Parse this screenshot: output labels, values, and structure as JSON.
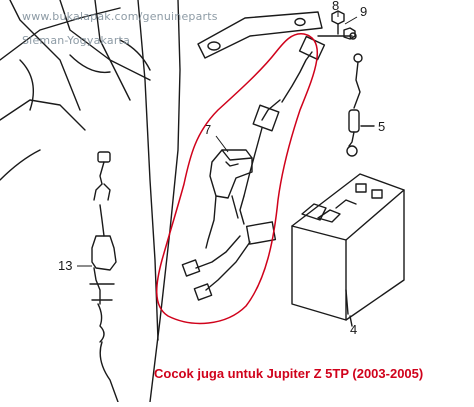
{
  "watermark": {
    "line1": "www.bukalapak.com/genuineparts",
    "line2": "Sleman-Yogyakarta"
  },
  "callouts": {
    "c4": "4",
    "c5": "5",
    "c7": "7",
    "c8": "8",
    "c9": "9",
    "c13": "13"
  },
  "caption": "Cocok juga untuk Jupiter Z 5TP (2003-2005)",
  "colors": {
    "highlight": "#d0021b",
    "line": "#1a1a1a"
  }
}
